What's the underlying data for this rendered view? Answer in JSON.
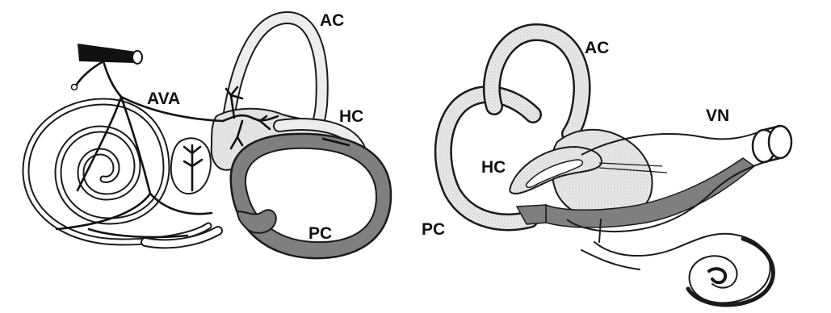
{
  "labels": {
    "left_ac": "AC",
    "left_ava": "AVA",
    "left_hc": "HC",
    "left_pc": "PC",
    "right_ac": "AC",
    "right_vn": "VN",
    "right_hc": "HC",
    "right_pc": "PC"
  },
  "colors": {
    "ink": "#111111",
    "outline": "#1a1a1a",
    "shade_dark": "#7f7f7f",
    "shade_light": "#e3e3e3",
    "paper": "#ffffff"
  }
}
